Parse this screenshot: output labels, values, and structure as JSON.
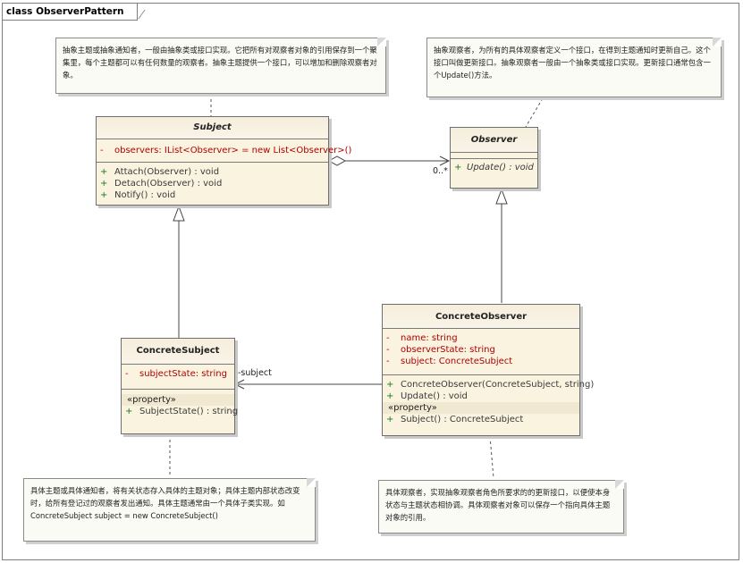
{
  "frame": {
    "title": "class ObserverPattern"
  },
  "notes": {
    "subject": "抽象主题或抽象通知者，一般由抽象类或接口实现。它把所有对观察者对象的引用保存到一个聚集里，每个主题都可以有任何数量的观察者。抽象主题提供一个接口，可以增加和删除观察者对象。",
    "observer": "抽象观察者，为所有的具体观察者定义一个接口，在得到主题通知时更新自己。这个接口叫做更新接口。抽象观察者一般由一个抽象类或接口实现。更新接口通常包含一个Update()方法。",
    "concrete_subject": "具体主题或具体通知者，将有关状态存入具体的主题对象；具体主题内部状态改变时，给所有登记过的观察者发出通知。具体主题通常由一个具体子类实现。如ConcreteSubject subject = new ConcreteSubject()",
    "concrete_observer": "具体观察者，实现抽象观察者角色所要求的的更新接口，以便使本身状态与主题状态相协调。具体观察者对象可以保存一个指向具体主题对象的引用。"
  },
  "classes": {
    "subject": {
      "name": "Subject",
      "attributes": [
        {
          "vis": "-",
          "text": "observers:  IList<Observer> = new List<Observer>()"
        }
      ],
      "operations": [
        {
          "vis": "+",
          "text": "Attach(Observer) : void"
        },
        {
          "vis": "+",
          "text": "Detach(Observer) : void"
        },
        {
          "vis": "+",
          "text": "Notify() : void"
        }
      ]
    },
    "observer": {
      "name": "Observer",
      "operations": [
        {
          "vis": "+",
          "text": "Update() : void"
        }
      ]
    },
    "concrete_subject": {
      "name": "ConcreteSubject",
      "attributes": [
        {
          "vis": "-",
          "text": "subjectState:  string"
        }
      ],
      "stereotype": "«property»",
      "operations": [
        {
          "vis": "+",
          "text": "SubjectState() : string"
        }
      ]
    },
    "concrete_observer": {
      "name": "ConcreteObserver",
      "attributes": [
        {
          "vis": "-",
          "text": "name:  string"
        },
        {
          "vis": "-",
          "text": "observerState:  string"
        },
        {
          "vis": "-",
          "text": "subject:  ConcreteSubject"
        }
      ],
      "operations": [
        {
          "vis": "+",
          "text": "ConcreteObserver(ConcreteSubject, string)"
        },
        {
          "vis": "+",
          "text": "Update() : void"
        }
      ],
      "stereotype": "«property»",
      "property_operations": [
        {
          "vis": "+",
          "text": "Subject() : ConcreteSubject"
        }
      ]
    }
  },
  "labels": {
    "multiplicity": "0..*",
    "role_subject": "-subject"
  },
  "colors": {
    "class_fill": "#faf3e0",
    "attribute_text": "#b00000",
    "note_fill": "#fbfbf6"
  }
}
